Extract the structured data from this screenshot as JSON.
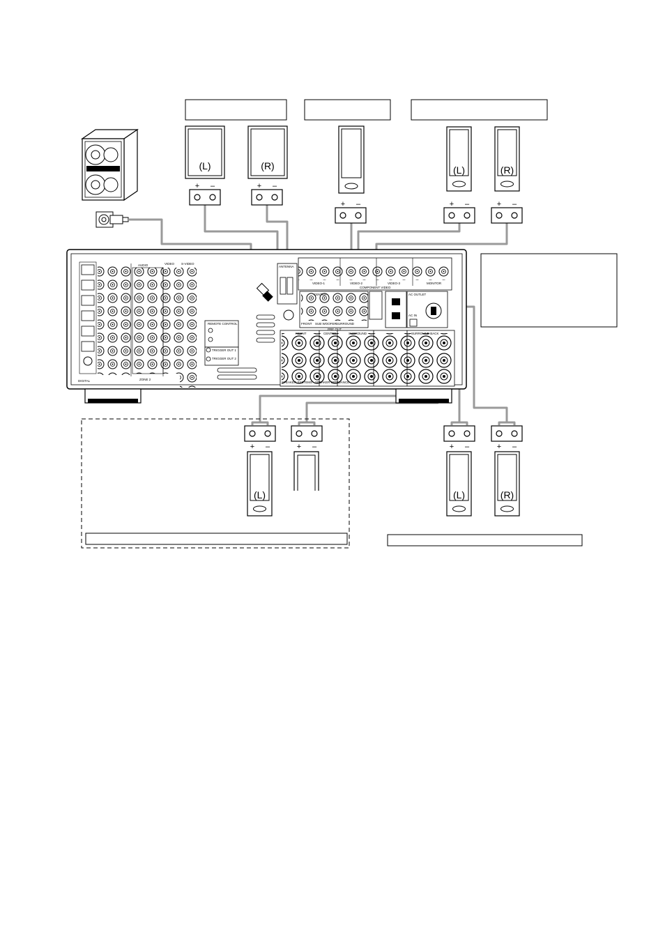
{
  "speaker_labels": {
    "front_left": "(L)",
    "front_right": "(R)",
    "surround_left": "(L)",
    "surround_right": "(R)",
    "zone2_left": "(L)",
    "surround_back_left": "(L)",
    "surround_back_right": "(R)"
  },
  "terminal_marks": {
    "plus": "+",
    "minus": "–"
  },
  "receiver_panel_text": {
    "antenna": "ANTENNA",
    "component_video": "COMPONENT VIDEO",
    "video1": "VIDEO-1",
    "video2": "VIDEO-2",
    "video3": "VIDEO-3",
    "monitor": "MONITOR",
    "pre_out": "PRE OUT",
    "front": "FRONT",
    "sub_woofer": "SUB WOOFER",
    "surround": "SURROUND",
    "surround_back": "SURROUND BACK",
    "center": "CENTER",
    "speaker_systems": "SPEAKER SYSTEMS",
    "speaker_impedance": "SPEAKER IMPEDANCE",
    "ac_outlet": "AC OUTLET",
    "ac_in": "AC IN",
    "remote_control": "REMOTE CONTROL",
    "trigger_out_1": "TRIGGER OUT 1",
    "trigger_out_2": "TRIGGER OUT 2",
    "audio": "AUDIO",
    "video": "VIDEO",
    "s_video": "S-VIDEO",
    "zone2": "ZONE 2",
    "digital": "DIGITAL"
  },
  "colors": {
    "line": "#000000",
    "cable": "#9a9a9a",
    "callout_fill": "#ffffff"
  }
}
